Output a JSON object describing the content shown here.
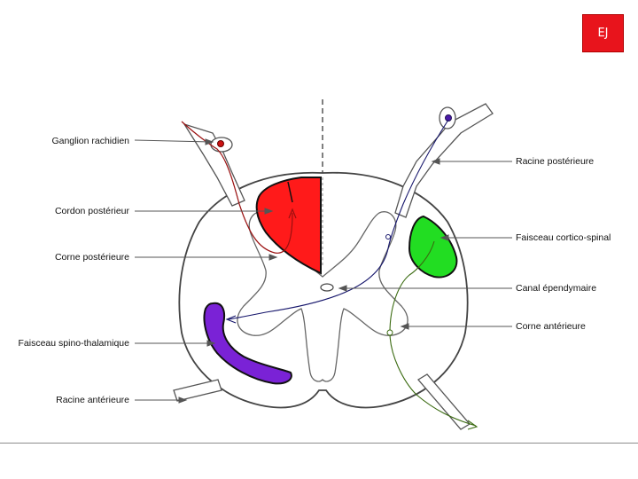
{
  "badge": {
    "text": "EJ"
  },
  "labels": {
    "ganglion": "Ganglion rachidien",
    "cordon_posterieur": "Cordon postérieur",
    "corne_posterieure": "Corne postérieure",
    "spino_thalamique": "Faisceau spino-thalamique",
    "racine_anterieure": "Racine antérieure",
    "racine_posterieure": "Racine postérieure",
    "cortico_spinal": "Faisceau cortico-spinal",
    "canal_ependymaire": "Canal épendymaire",
    "corne_anterieure": "Corne antérieure"
  },
  "colors": {
    "cordon_posterieur": "#ff1a1a",
    "cortico_spinal": "#22dd22",
    "spino_thalamique": "#7a22d6",
    "badge": "#e8141c"
  }
}
